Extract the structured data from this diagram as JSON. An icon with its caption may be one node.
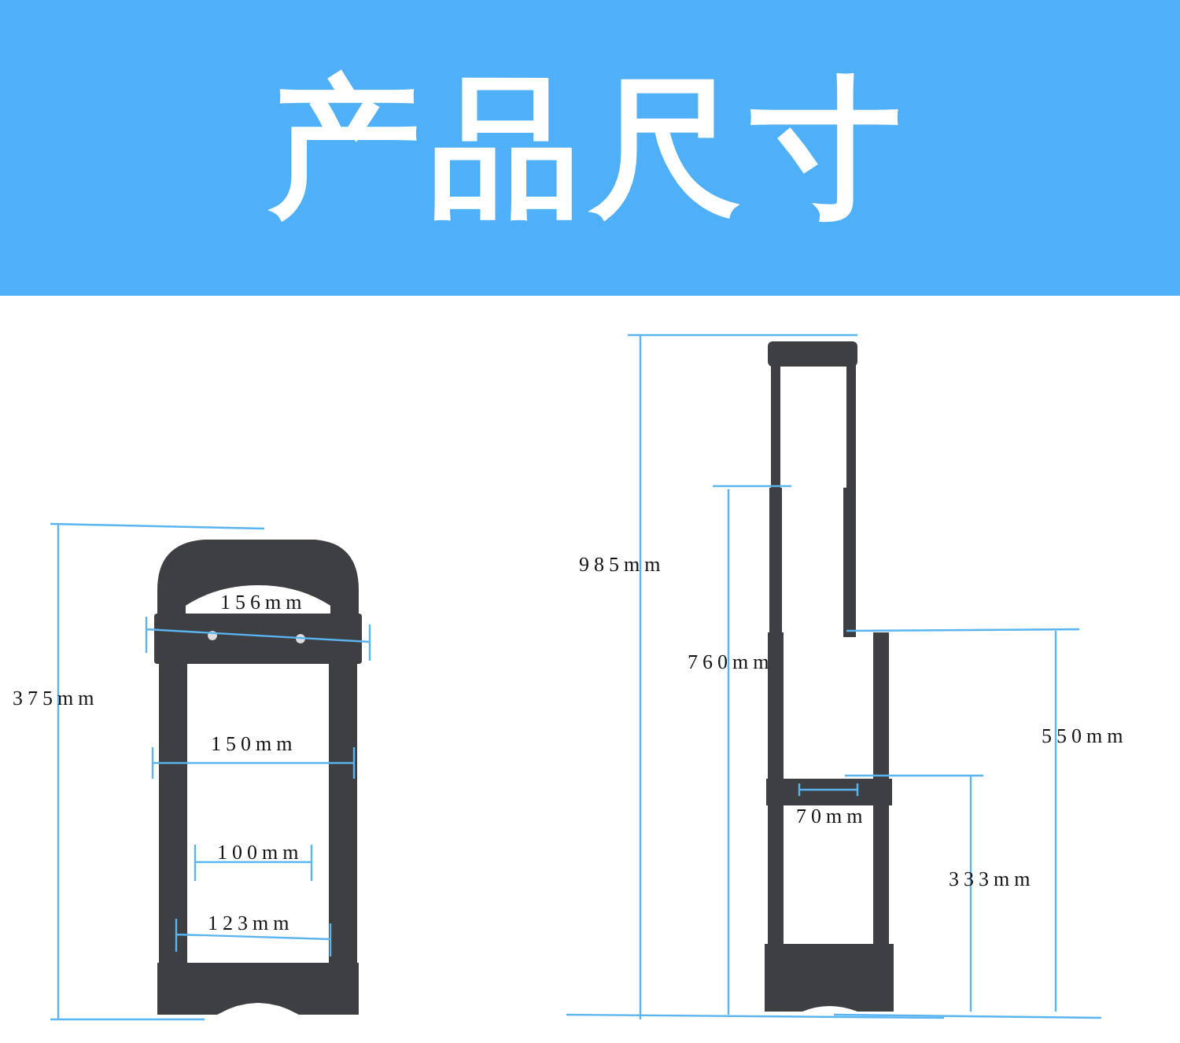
{
  "diagram": {
    "title": "产品尺寸",
    "labels": [
      "375mm",
      "156mm",
      "150mm",
      "100mm",
      "123mm",
      "985mm",
      "760mm",
      "550mm",
      "70mm",
      "333mm"
    ]
  }
}
